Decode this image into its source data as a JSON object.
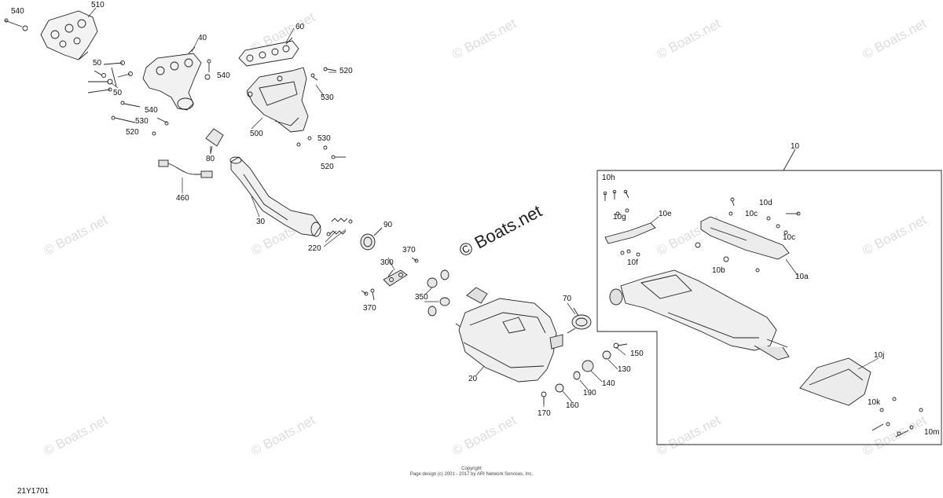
{
  "watermark": "© Boats.net",
  "figure_id": "21Y1701",
  "footer": {
    "line1": "Copyright",
    "line2": "Page design (c) 2001 - 2017 by ARI Network Services, Inc."
  },
  "callouts": {
    "p540a": "540",
    "p510": "510",
    "p40": "40",
    "p60": "60",
    "p50a": "50",
    "p50b": "50",
    "p540b": "540",
    "p520a": "520",
    "p530a": "530",
    "p540c": "540",
    "p530b": "530",
    "p520b": "520",
    "p500": "500",
    "p530c": "530",
    "p520c": "520",
    "p80": "80",
    "p460": "460",
    "p30": "30",
    "p220": "220",
    "p90": "90",
    "p370a": "370",
    "p300": "300",
    "p370b": "370",
    "p350": "350",
    "p70": "70",
    "p20": "20",
    "p150": "150",
    "p130": "130",
    "p140": "140",
    "p190": "190",
    "p160": "160",
    "p170": "170",
    "p10": "10",
    "p10h": "10h",
    "p10g": "10g",
    "p10e": "10e",
    "p10d": "10d",
    "p10c1": "10c",
    "p10c2": "10c",
    "p10f": "10f",
    "p10b": "10b",
    "p10a": "10a",
    "p10j": "10j",
    "p10k": "10k",
    "p10m": "10m"
  }
}
